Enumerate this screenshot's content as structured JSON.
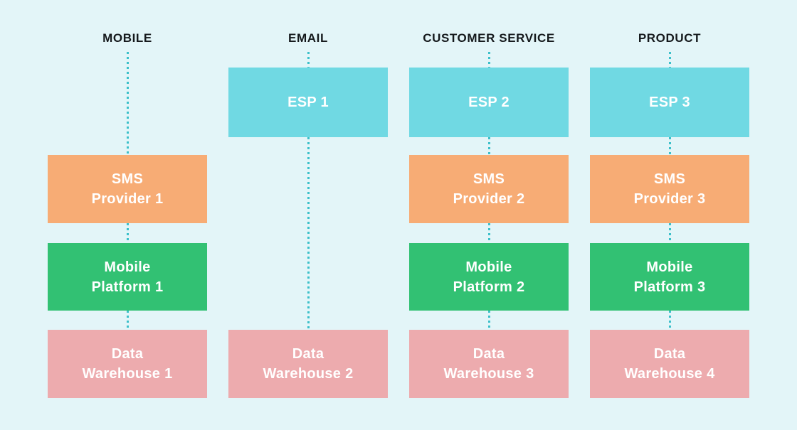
{
  "diagram": {
    "columns": [
      {
        "header": "MOBILE",
        "boxes": {
          "sms": {
            "line1": "SMS",
            "line2": "Provider 1"
          },
          "platform": {
            "line1": "Mobile",
            "line2": "Platform 1"
          },
          "warehouse": {
            "line1": "Data",
            "line2": "Warehouse 1"
          }
        }
      },
      {
        "header": "EMAIL",
        "boxes": {
          "esp": {
            "line1": "ESP 1"
          },
          "warehouse": {
            "line1": "Data",
            "line2": "Warehouse 2"
          }
        }
      },
      {
        "header": "CUSTOMER SERVICE",
        "boxes": {
          "esp": {
            "line1": "ESP 2"
          },
          "sms": {
            "line1": "SMS",
            "line2": "Provider 2"
          },
          "platform": {
            "line1": "Mobile",
            "line2": "Platform 2"
          },
          "warehouse": {
            "line1": "Data",
            "line2": "Warehouse 3"
          }
        }
      },
      {
        "header": "PRODUCT",
        "boxes": {
          "esp": {
            "line1": "ESP 3"
          },
          "sms": {
            "line1": "SMS",
            "line2": "Provider 3"
          },
          "platform": {
            "line1": "Mobile",
            "line2": "Platform 3"
          },
          "warehouse": {
            "line1": "Data",
            "line2": "Warehouse 4"
          }
        }
      }
    ],
    "colors": {
      "background": "#e3f5f8",
      "esp": "#70d9e3",
      "sms": "#f7ac75",
      "platform": "#32c173",
      "warehouse": "#edabae",
      "connector": "#3cc0ca",
      "header_text": "#15191c",
      "box_text": "#ffffff"
    }
  }
}
